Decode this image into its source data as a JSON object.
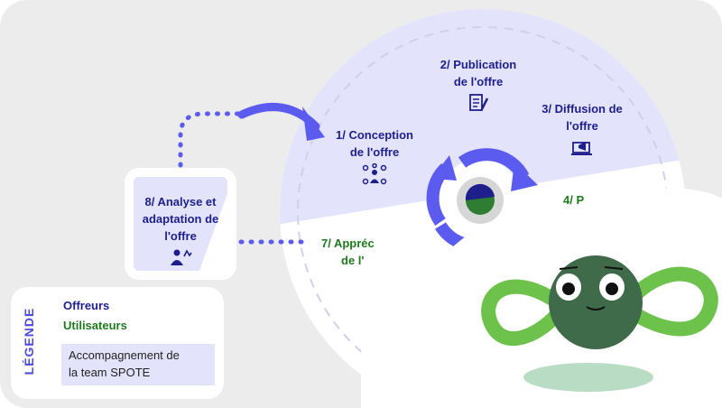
{
  "steps": {
    "s1": {
      "line1": "1/ Conception",
      "line2": "de l'offre",
      "icon": "team-network-icon"
    },
    "s2": {
      "line1": "2/ Publication",
      "line2": "de l'offre",
      "icon": "document-pen-icon"
    },
    "s3": {
      "line1": "3/ Diffusion de",
      "line2": "l'offre",
      "icon": "megaphone-laptop-icon"
    },
    "s4": {
      "line1": "4/ P",
      "line2": ""
    },
    "s7": {
      "line1": "7/ Appréc",
      "line2": "de l'"
    },
    "s8": {
      "line1": "8/ Analyse et",
      "line2": "adaptation de",
      "line3": "l'offre",
      "icon": "person-analysis-icon"
    }
  },
  "legend": {
    "title": "LÉGENDE",
    "offreurs": "Offreurs",
    "utilisateurs": "Utilisateurs",
    "accompagnement_l1": "Accompagnement de",
    "accompagnement_l2": "la team SPOTE"
  },
  "colors": {
    "offreurs": "#1e1e8c",
    "utilisateurs": "#1f7a1f",
    "accent": "#5b5bef",
    "mascot": "#3f6b4a",
    "loop": "#6cc24a"
  }
}
